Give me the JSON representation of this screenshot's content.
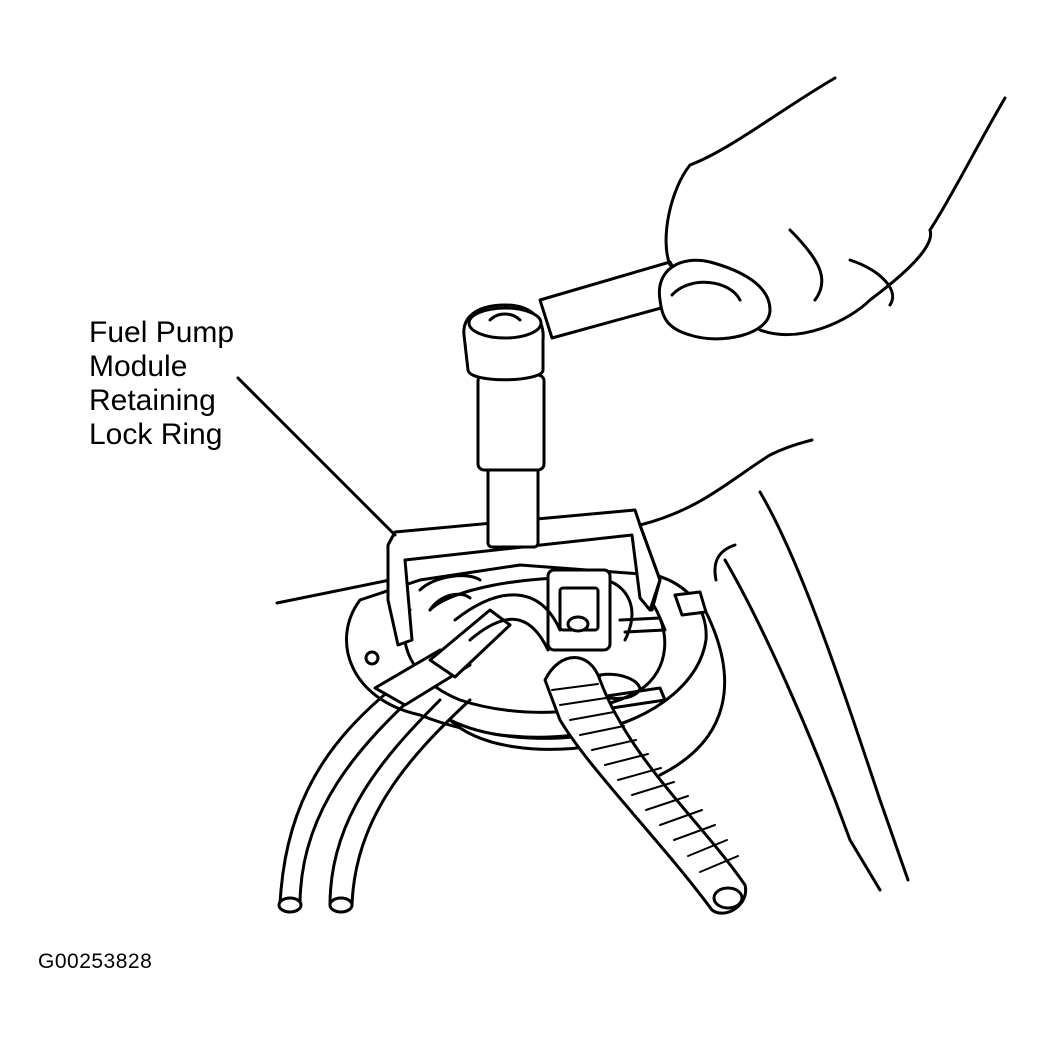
{
  "callout": {
    "lines": [
      "Fuel Pump",
      "Module",
      "Retaining",
      "Lock Ring"
    ]
  },
  "figure_id": "G00253828",
  "icons": [
    "wrench-icon",
    "hand-icon",
    "lock-ring-tool-icon",
    "fuel-hose-icon",
    "wiring-harness-icon"
  ]
}
